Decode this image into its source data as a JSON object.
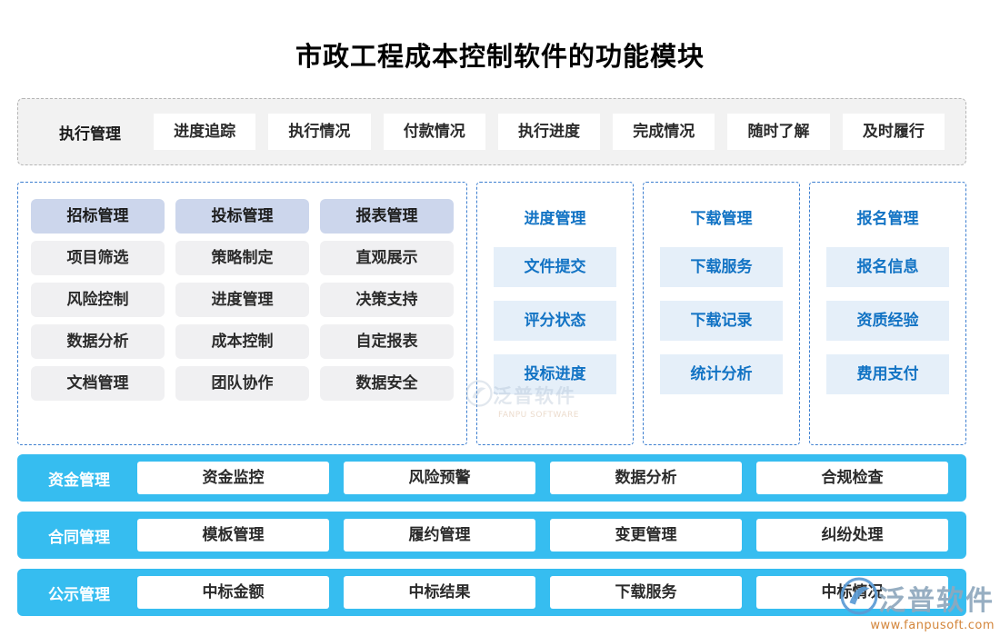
{
  "page": {
    "title": "市政工程成本控制软件的功能模块",
    "accent_blue": "#36bdf0",
    "panel_border_blue": "#3d7fd0",
    "header_lavender": "#ccd6ec",
    "item_gray": "#f0f0f2",
    "item_lightblue": "#e5eff9",
    "link_blue": "#1273c4"
  },
  "exec_row": {
    "lead": "执行管理",
    "cells": [
      "进度追踪",
      "执行情况",
      "付款情况",
      "执行进度",
      "完成情况",
      "随时了解",
      "及时履行"
    ]
  },
  "panels": {
    "wide": {
      "columns": [
        {
          "head": "招标管理",
          "items": [
            "项目筛选",
            "风险控制",
            "数据分析",
            "文档管理"
          ]
        },
        {
          "head": "投标管理",
          "items": [
            "策略制定",
            "进度管理",
            "成本控制",
            "团队协作"
          ]
        },
        {
          "head": "报表管理",
          "items": [
            "直观展示",
            "决策支持",
            "自定报表",
            "数据安全"
          ]
        }
      ]
    },
    "narrow": [
      {
        "head": "进度管理",
        "items": [
          "文件提交",
          "评分状态",
          "投标进度"
        ]
      },
      {
        "head": "下载管理",
        "items": [
          "下载服务",
          "下载记录",
          "统计分析"
        ]
      },
      {
        "head": "报名管理",
        "items": [
          "报名信息",
          "资质经验",
          "费用支付"
        ]
      }
    ]
  },
  "bars": [
    {
      "lead": "资金管理",
      "cells": [
        "资金监控",
        "风险预警",
        "数据分析",
        "合规检查"
      ]
    },
    {
      "lead": "合同管理",
      "cells": [
        "模板管理",
        "履约管理",
        "变更管理",
        "纠纷处理"
      ]
    },
    {
      "lead": "公示管理",
      "cells": [
        "中标金额",
        "中标结果",
        "下载服务",
        "中标情况"
      ]
    }
  ],
  "watermark": {
    "brand": "泛普软件",
    "sub_en": "FANPU SOFTWARE",
    "sub_url": "www.fanpusoft.com"
  }
}
